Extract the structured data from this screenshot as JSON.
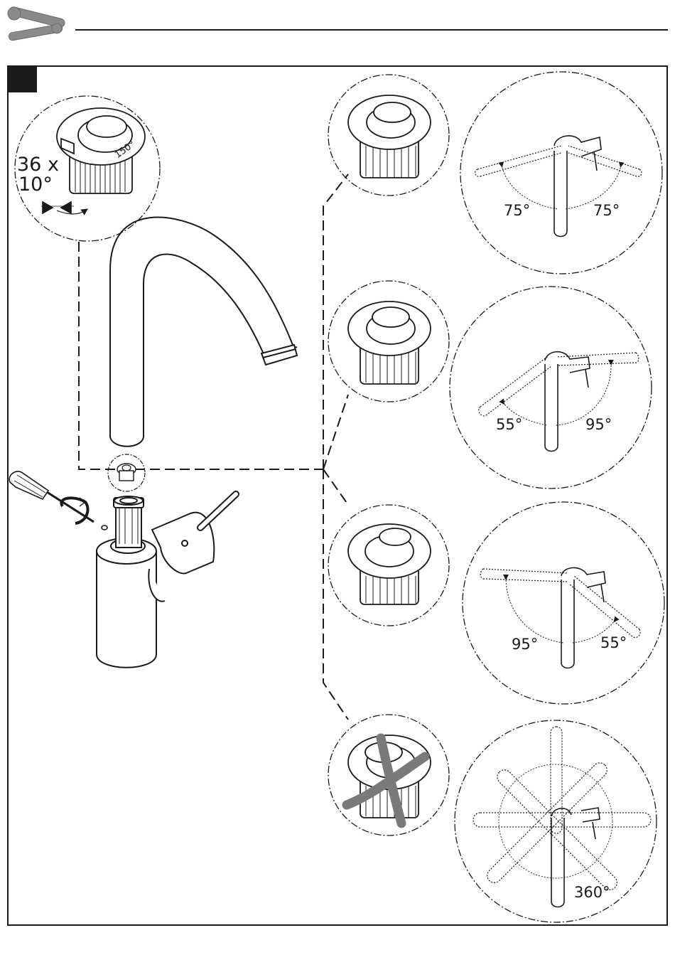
{
  "header": {
    "icon": "wrench-screwdriver-icon",
    "step_marker_color": "#1a1a1a"
  },
  "detail": {
    "count_label": "36 x",
    "step_label": "10°",
    "ring_label": "150°"
  },
  "options": [
    {
      "id": "a",
      "left_angle": "75°",
      "right_angle": "75°"
    },
    {
      "id": "b",
      "left_angle": "55°",
      "right_angle": "95°"
    },
    {
      "id": "c",
      "left_angle": "95°",
      "right_angle": "55°"
    },
    {
      "id": "d",
      "full_angle": "360°",
      "ring_excluded": true
    }
  ],
  "colors": {
    "line": "#1a1a1a",
    "cross": "#7a7a7a"
  }
}
